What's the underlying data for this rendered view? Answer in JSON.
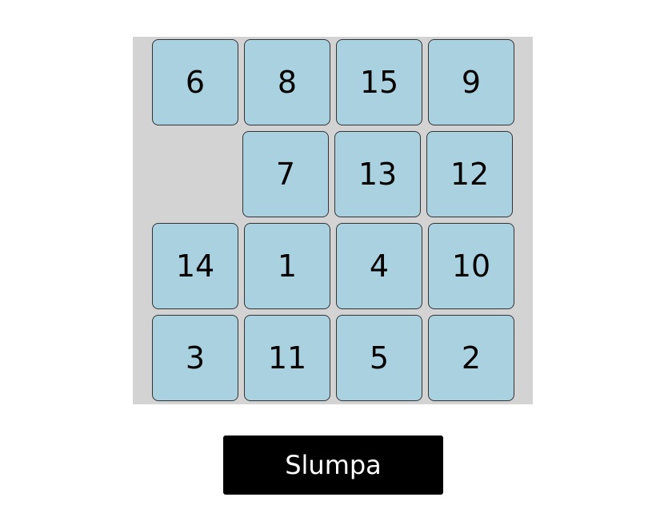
{
  "puzzle": {
    "empty_color": "#d3d3d3",
    "tile_color": "#aad1e0",
    "tiles": [
      "6",
      "8",
      "15",
      "9",
      "",
      "7",
      "13",
      "12",
      "14",
      "1",
      "4",
      "10",
      "3",
      "11",
      "5",
      "2"
    ]
  },
  "controls": {
    "shuffle_label": "Slumpa"
  }
}
